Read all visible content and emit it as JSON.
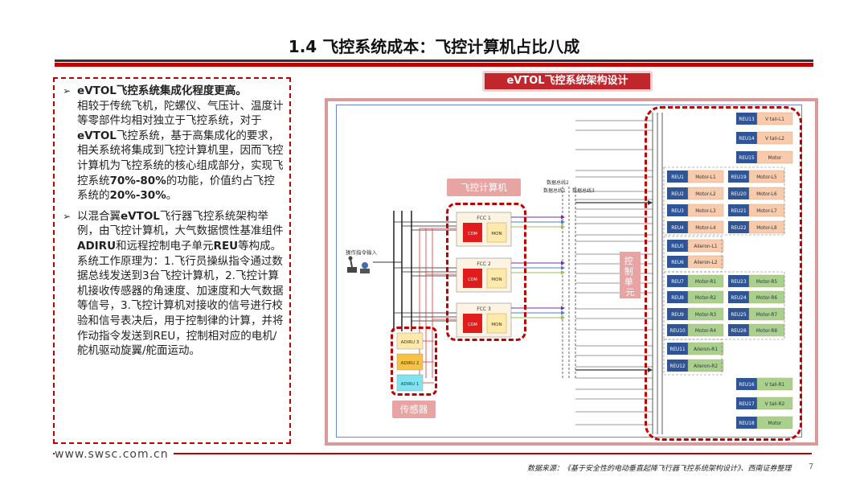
{
  "title": "1.4 飞控系统成本：飞控计算机占比八成",
  "left_panel": {
    "bullets": [
      {
        "mark": "➢",
        "lead": "eVTOL飞控系统集成化程度更高。",
        "p1": "相较于传统飞机，陀螺仪、气压计、温度计等零部件均相对独立于飞控系统，对于",
        "b1": "eVTOL",
        "p2": "飞控系统，基于高集成化的要求，相关系统将集成到飞控计算机里，因而飞控计算机为飞控系统的核心组成部分，实现飞控系统",
        "b2": "70%-80%",
        "p3": "的功能，价值约占飞控系统的",
        "b3": "20%-30%",
        "p4": "。"
      },
      {
        "mark": "➢",
        "p1": "以混合翼",
        "b1": "eVTOL",
        "p2": "飞行器飞控系统架构举例，由飞控计算机，大气数据惯性基准组件",
        "b2": "ADIRU",
        "p3": "和远程控制电子单元",
        "b3": "REU",
        "p4": "等构成。系统工作原理为：1.飞行员操纵指令通过数据总线发送到3台飞控计算机，2.飞控计算机接收传感器的角速度、加速度和大气数据等信号，3.飞控计算机对接收的信号进行校验和信号表决后，用于控制律的计算，并将作动指令发送到REU，控制相对应的电机/舵机驱动旋翼/舵面运动。"
      }
    ]
  },
  "diagram": {
    "title": "eVTOL飞控系统架构设计",
    "fcc_group_label": "飞控计算机",
    "sensor_group_label": "传感器",
    "control_unit_label": "控制单元",
    "pilot_input_label": "操作指令输入",
    "bus_labels": [
      "数据总线1",
      "数据总线2",
      "数据总线3"
    ],
    "fccs": [
      {
        "name": "FCC 1",
        "left": "COM",
        "right": "MON"
      },
      {
        "name": "FCC 2",
        "left": "COM",
        "right": "MON"
      },
      {
        "name": "FCC 3",
        "left": "COM",
        "right": "MON"
      }
    ],
    "adirus": [
      "ADIRU 3",
      "ADIRU 2",
      "ADIRU 1"
    ],
    "reu_rows": [
      {
        "reu": "REU13",
        "act": "V tail-L1",
        "color": "orange"
      },
      {
        "reu": "REU14",
        "act": "V tail-L2",
        "color": "orange"
      },
      {
        "reu": "REU15",
        "act": "Motor",
        "color": "orange"
      },
      {
        "reu": "REU1",
        "act": "Motor-L1",
        "color": "orange",
        "reu2": "REU19",
        "act2": "Motor-L5"
      },
      {
        "reu": "REU2",
        "act": "Motor-L2",
        "color": "orange",
        "reu2": "REU20",
        "act2": "Motor-L6"
      },
      {
        "reu": "REU3",
        "act": "Motor-L3",
        "color": "orange",
        "reu2": "REU21",
        "act2": "Motor-L7"
      },
      {
        "reu": "REU4",
        "act": "Motor-L4",
        "color": "orange",
        "reu2": "REU22",
        "act2": "Motor-L8"
      },
      {
        "reu": "REU5",
        "act": "Aileron-L1",
        "color": "orange"
      },
      {
        "reu": "REU6",
        "act": "Aileron-L2",
        "color": "orange"
      },
      {
        "reu": "REU7",
        "act": "Motor-R1",
        "color": "green",
        "reu2": "REU23",
        "act2": "Motor-R5"
      },
      {
        "reu": "REU8",
        "act": "Motor-R2",
        "color": "green",
        "reu2": "REU24",
        "act2": "Motor-R6"
      },
      {
        "reu": "REU9",
        "act": "Motor-R3",
        "color": "green",
        "reu2": "REU25",
        "act2": "Motor-R7"
      },
      {
        "reu": "REU10",
        "act": "Motor-R4",
        "color": "green",
        "reu2": "REU26",
        "act2": "Motor-R8"
      },
      {
        "reu": "REU11",
        "act": "Aileron-R1",
        "color": "green"
      },
      {
        "reu": "REU12",
        "act": "Aileron-R2",
        "color": "green"
      },
      {
        "reu": "REU16",
        "act": "V tail-R1",
        "color": "green"
      },
      {
        "reu": "REU17",
        "act": "V tail-R2",
        "color": "green"
      },
      {
        "reu": "REU18",
        "act": "Motor",
        "color": "green"
      }
    ]
  },
  "footer": {
    "url": "www.swsc.com.cn",
    "source": "数据来源：《基于安全性的电动垂直起降飞行器飞控系统架构设计》、西南证券整理",
    "page": "7"
  },
  "colors": {
    "accent_red": "#c00000",
    "reu_blue": "#2f5597",
    "orange_fill": "#f8cbad",
    "green_fill": "#a9d18e"
  }
}
